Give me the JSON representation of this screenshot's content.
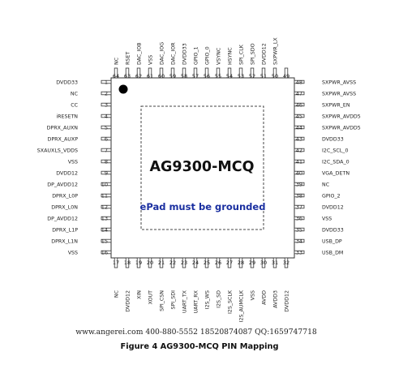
{
  "chip": {
    "part_number": "AG9300-MCQ",
    "epad_note": "ePad must be grounded"
  },
  "pins": {
    "left": [
      {
        "num": "1",
        "name": "DVDD33"
      },
      {
        "num": "2",
        "name": "NC"
      },
      {
        "num": "3",
        "name": "CC"
      },
      {
        "num": "4",
        "name": "iRESETN"
      },
      {
        "num": "5",
        "name": "DPRX_AUXN"
      },
      {
        "num": "6",
        "name": "DPRX_AUXP"
      },
      {
        "num": "7",
        "name": "SXAUXLS_VDDS"
      },
      {
        "num": "8",
        "name": "VSS"
      },
      {
        "num": "9",
        "name": "DVDD12"
      },
      {
        "num": "10",
        "name": "DP_AVDD12"
      },
      {
        "num": "11",
        "name": "DPRX_L0P"
      },
      {
        "num": "12",
        "name": "DPRX_L0N"
      },
      {
        "num": "13",
        "name": "DP_AVDD12"
      },
      {
        "num": "14",
        "name": "DPRX_L1P"
      },
      {
        "num": "15",
        "name": "DPRX_L1N"
      },
      {
        "num": "16",
        "name": "VSS"
      }
    ],
    "right": [
      {
        "num": "48",
        "name": "SXPWR_AVSS"
      },
      {
        "num": "47",
        "name": "SXPWR_AVSS"
      },
      {
        "num": "46",
        "name": "SXPWR_EN"
      },
      {
        "num": "45",
        "name": "SXPWR_AVDD5"
      },
      {
        "num": "44",
        "name": "SXPWR_AVDD5"
      },
      {
        "num": "43",
        "name": "DVDD33"
      },
      {
        "num": "42",
        "name": "I2C_SCL_0"
      },
      {
        "num": "41",
        "name": "I2C_SDA_0"
      },
      {
        "num": "40",
        "name": "VGA_DETN"
      },
      {
        "num": "39",
        "name": "NC"
      },
      {
        "num": "38",
        "name": "GPIO_2"
      },
      {
        "num": "37",
        "name": "DVDD12"
      },
      {
        "num": "36",
        "name": "VSS"
      },
      {
        "num": "35",
        "name": "DVDD33"
      },
      {
        "num": "34",
        "name": "USB_DP"
      },
      {
        "num": "33",
        "name": "USB_DM"
      }
    ],
    "top": [
      {
        "num": "64",
        "name": "NC"
      },
      {
        "num": "63",
        "name": "RSET"
      },
      {
        "num": "62",
        "name": "DAC_IOB"
      },
      {
        "num": "61",
        "name": "VSS"
      },
      {
        "num": "60",
        "name": "DAC_IOG"
      },
      {
        "num": "59",
        "name": "DAC_IOR"
      },
      {
        "num": "58",
        "name": "DVDD33"
      },
      {
        "num": "57",
        "name": "GPIO_1"
      },
      {
        "num": "56",
        "name": "GPIO_0"
      },
      {
        "num": "55",
        "name": "VSYNC"
      },
      {
        "num": "54",
        "name": "HSYNC"
      },
      {
        "num": "53",
        "name": "SPI_CLK"
      },
      {
        "num": "52",
        "name": "SPI_SDO"
      },
      {
        "num": "51",
        "name": "DVDD12"
      },
      {
        "num": "50",
        "name": "SXPWR_LX"
      },
      {
        "num": "49",
        "name": ""
      }
    ],
    "bottom": [
      {
        "num": "17",
        "name": "NC"
      },
      {
        "num": "18",
        "name": "DVDD12"
      },
      {
        "num": "19",
        "name": "XIN"
      },
      {
        "num": "20",
        "name": "XOUT"
      },
      {
        "num": "21",
        "name": "SPI_CSN"
      },
      {
        "num": "22",
        "name": "SPI_SDI"
      },
      {
        "num": "23",
        "name": "UART_TX"
      },
      {
        "num": "24",
        "name": "UART_RX"
      },
      {
        "num": "25",
        "name": "I2S_WS"
      },
      {
        "num": "26",
        "name": "I2S_SD"
      },
      {
        "num": "27",
        "name": "I2S_SCLK"
      },
      {
        "num": "28",
        "name": "I2S_AUMCLK"
      },
      {
        "num": "29",
        "name": "VSS"
      },
      {
        "num": "30",
        "name": "AVDD"
      },
      {
        "num": "31",
        "name": "AVDD3"
      },
      {
        "num": "32",
        "name": "DVDD12"
      }
    ]
  },
  "footer": {
    "contact": "www.angerei.com 400-880-5552 18520874087 QQ:1659747718",
    "caption": "Figure 4 AG9300-MCQ PIN Mapping"
  },
  "colors": {
    "outline": "#333333",
    "epad_dash": "#444444",
    "pin1_dot": "#000000",
    "note_text": "#1a2fa0"
  }
}
